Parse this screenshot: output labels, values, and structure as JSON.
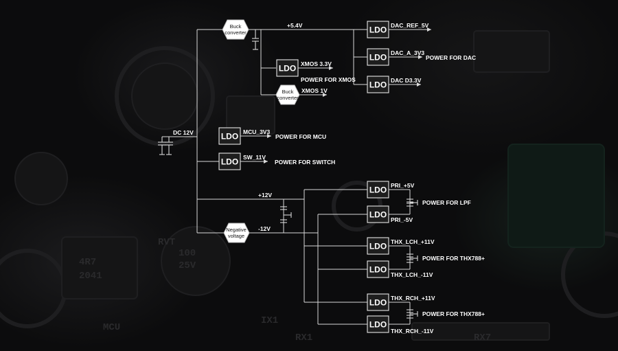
{
  "converters": {
    "buck_top": [
      "Buck",
      "converter"
    ],
    "buck_xmos": [
      "Buck",
      "converter"
    ],
    "negative": [
      "Negative",
      "voltage"
    ]
  },
  "ldo_label": "LDO",
  "rails": {
    "dc_in": "DC 12V",
    "plus_5v4": "+5.4V",
    "plus_12v": "+12V",
    "minus_12v": "-12V"
  },
  "outputs": {
    "dac_ref": "DAC_REF_5V",
    "dac_a": "DAC_A_3V3",
    "dac_d": "DAC D3.3V",
    "xmos_3v3": "XMOS 3.3V",
    "xmos_1v": "XMOS 1V",
    "mcu": "MCU_3V3",
    "switch": "SW_11V",
    "pri_pos": "PRI_+5V",
    "pri_neg": "PRI_-5V",
    "thx_lch_pos": "THX_LCH_+11V",
    "thx_lch_neg": "THX_LCH_-11V",
    "thx_rch_pos": "THX_RCH_+11V",
    "thx_rch_neg": "THX_RCH_-11V"
  },
  "power_labels": {
    "dac": "POWER FOR DAC",
    "xmos": "POWER FOR XMOS",
    "mcu": "POWER FOR MCU",
    "switch": "POWER FOR SWITCH",
    "lpf": "POWER FOR LPF",
    "thx_l": "POWER FOR THX788+",
    "thx_r": "POWER FOR THX788+"
  },
  "background_pcb_text": [
    "4R7",
    "2041",
    "100",
    "25V",
    "RVT",
    "MCU",
    "IX1",
    "RX1",
    "RX7"
  ],
  "colors": {
    "background": "#0c0c0d",
    "wire": "#d9d9d9",
    "ldo_fill": "#1e1e1e",
    "hex_fill": "#ffffff",
    "text": "#ffffff"
  }
}
